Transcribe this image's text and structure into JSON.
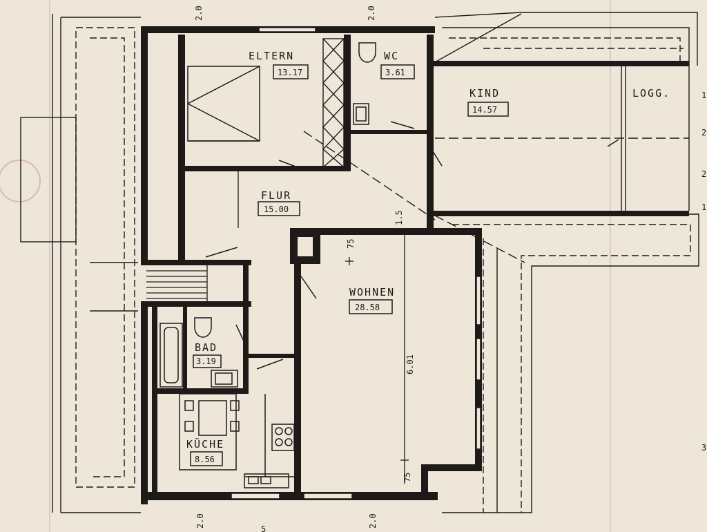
{
  "plan": {
    "colors": {
      "paper": "#efe6da",
      "ink": "#1d1a17",
      "stain": "#d9b7b7"
    },
    "rooms": {
      "eltern": {
        "name": "ELTERN",
        "area": "13.17"
      },
      "wc": {
        "name": "WC",
        "area": "3.61"
      },
      "kind": {
        "name": "KIND",
        "area": "14.57"
      },
      "logg": {
        "name": "LOGG."
      },
      "flur": {
        "name": "FLUR",
        "area": "15.00"
      },
      "wohnen": {
        "name": "WOHNEN",
        "area": "28.58"
      },
      "bad": {
        "name": "BAD",
        "area": "3.19"
      },
      "kueche": {
        "name": "KÜCHE",
        "area": "8.56"
      }
    },
    "dimensions": {
      "top_left": "2.0",
      "top_mid": "2.0",
      "bottom_left": "2.0",
      "bottom_mid": "2.0",
      "bottom_five": "5",
      "wohnen_length": "6.01",
      "flur_gap": "1.5",
      "wohnen_top": "75",
      "wohnen_bottom": "75",
      "right_1": "1",
      "right_2a": "2",
      "right_2b": "2",
      "right_1b": "1",
      "right_far": "3"
    }
  }
}
